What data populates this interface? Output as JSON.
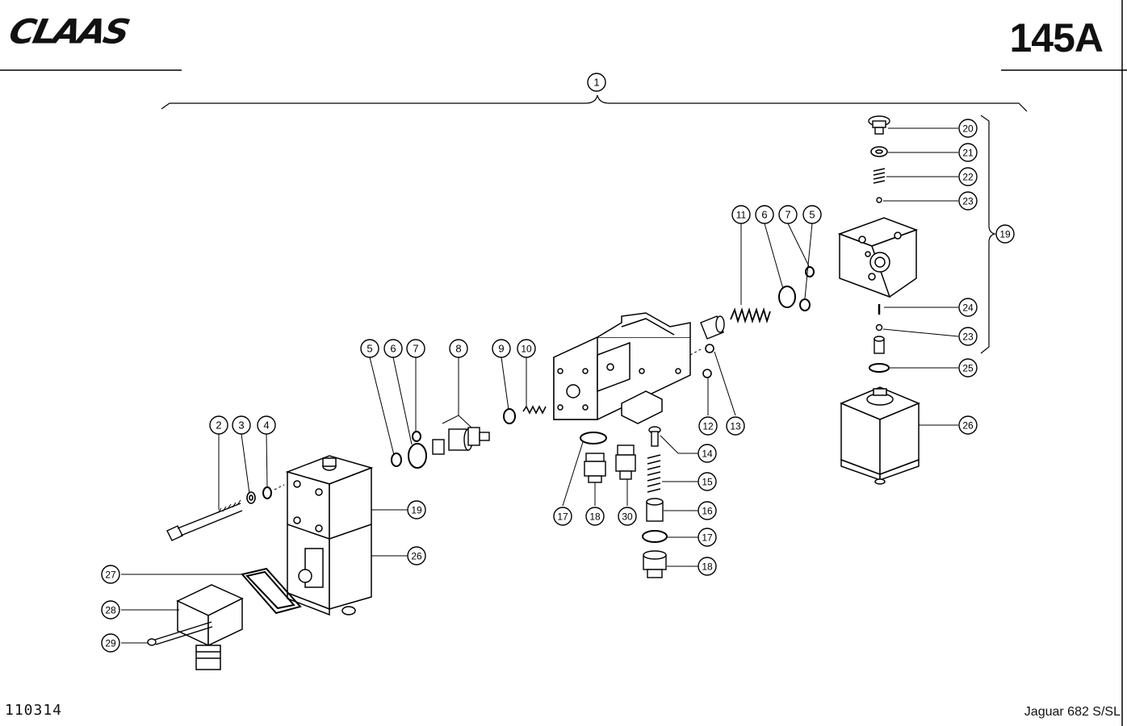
{
  "header": {
    "brand": "CLAAS",
    "page_number": "145A"
  },
  "footer": {
    "document_number": "110314",
    "model": "Jaguar 682 S/SL"
  },
  "callouts": [
    {
      "id": "c1",
      "label": "1"
    },
    {
      "id": "c2",
      "label": "2"
    },
    {
      "id": "c3",
      "label": "3"
    },
    {
      "id": "c4",
      "label": "4"
    },
    {
      "id": "c5a",
      "label": "5"
    },
    {
      "id": "c6a",
      "label": "6"
    },
    {
      "id": "c7a",
      "label": "7"
    },
    {
      "id": "c8",
      "label": "8"
    },
    {
      "id": "c9",
      "label": "9"
    },
    {
      "id": "c10",
      "label": "10"
    },
    {
      "id": "c11",
      "label": "11"
    },
    {
      "id": "c6b",
      "label": "6"
    },
    {
      "id": "c7b",
      "label": "7"
    },
    {
      "id": "c5b",
      "label": "5"
    },
    {
      "id": "c12",
      "label": "12"
    },
    {
      "id": "c13",
      "label": "13"
    },
    {
      "id": "c14",
      "label": "14"
    },
    {
      "id": "c15",
      "label": "15"
    },
    {
      "id": "c16",
      "label": "16"
    },
    {
      "id": "c17a",
      "label": "17"
    },
    {
      "id": "c17b",
      "label": "17"
    },
    {
      "id": "c18a",
      "label": "18"
    },
    {
      "id": "c18b",
      "label": "18"
    },
    {
      "id": "c30",
      "label": "30"
    },
    {
      "id": "c19a",
      "label": "19"
    },
    {
      "id": "c26a",
      "label": "26"
    },
    {
      "id": "c27",
      "label": "27"
    },
    {
      "id": "c28",
      "label": "28"
    },
    {
      "id": "c29",
      "label": "29"
    },
    {
      "id": "c20",
      "label": "20"
    },
    {
      "id": "c21",
      "label": "21"
    },
    {
      "id": "c22",
      "label": "22"
    },
    {
      "id": "c23a",
      "label": "23"
    },
    {
      "id": "c19b",
      "label": "19"
    },
    {
      "id": "c24",
      "label": "24"
    },
    {
      "id": "c23b",
      "label": "23"
    },
    {
      "id": "c25",
      "label": "25"
    },
    {
      "id": "c26b",
      "label": "26"
    }
  ]
}
